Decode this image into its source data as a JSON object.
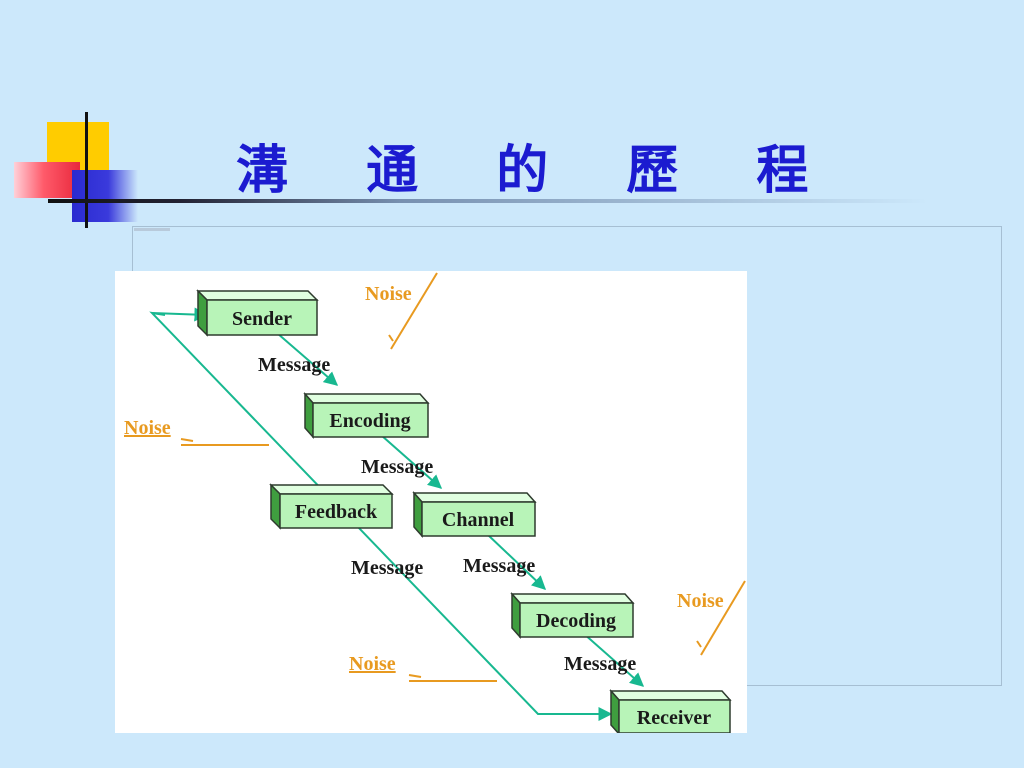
{
  "slide": {
    "title": "溝 通 的 歷 程"
  },
  "diagram": {
    "boxes": {
      "sender": "Sender",
      "encoding": "Encoding",
      "channel": "Channel",
      "decoding": "Decoding",
      "receiver": "Receiver",
      "feedback": "Feedback"
    },
    "messages": {
      "m1": "Message",
      "m2": "Message",
      "m3": "Message",
      "m4": "Message",
      "m5": "Message"
    },
    "noise": {
      "n1": "Noise",
      "n2": "Noise",
      "n3": "Noise",
      "n4": "Noise"
    },
    "colors": {
      "box_fill": "#b8f4b8",
      "box_side": "#3f9e3f",
      "box_stroke": "#2e3b2e",
      "arrow": "#18b890",
      "noise": "#e89a20",
      "text": "#1a1a1a"
    }
  }
}
